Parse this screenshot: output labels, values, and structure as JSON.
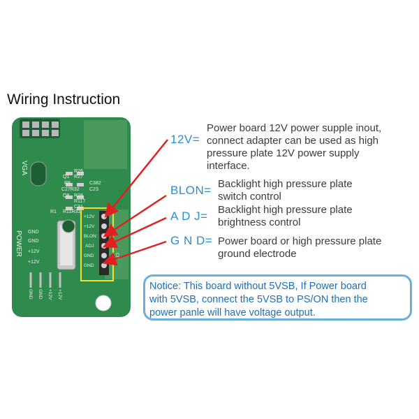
{
  "title": "Wiring Instruction",
  "board_labels": {
    "vga": "VGA",
    "power": "POWER",
    "r26": "R26",
    "q1": "Q1",
    "r27": "R27",
    "r8": "R8",
    "c382": "C382",
    "c27r32": "C27R32",
    "c23": "C23",
    "q8": "Q8",
    "r28": "R28",
    "r117": "R117",
    "c31": "C31",
    "r1": "R1",
    "r11r31": "R11R31",
    "pin_12v_a": "+12V",
    "pin_12v_b": "+12V",
    "pin_blon": "BLON",
    "pin_adj": "ADJ",
    "pin_gnd_a": "GND",
    "pin_gnd_b": "GND",
    "pwr_gnd_a": "GND",
    "pwr_gnd_b": "GND",
    "pwr_12v_a": "+12V",
    "pwr_12v_b": "+12V",
    "bot_gnd_a": "GND",
    "bot_gnd_b": "GND",
    "bot_12v_a": "+12V",
    "bot_12v_b": "+12V",
    "cn": "CN"
  },
  "pins": [
    {
      "key": "12V=",
      "lines": [
        "Power board 12V power supple inout,",
        "connect adapter can be used as high",
        "pressure plate 12V power supply",
        "interface."
      ]
    },
    {
      "key": "BLON=",
      "lines": [
        "Backlight high pressure plate",
        "switch control"
      ]
    },
    {
      "key": "A  D J=",
      "lines": [
        "Backlight high pressure plate",
        "brightness control"
      ]
    },
    {
      "key": "G N D=",
      "lines": [
        "Power board or high pressure plate",
        "ground electrode"
      ]
    }
  ],
  "notice": {
    "lines": [
      "Notice: This board without 5VSB, If Power board",
      "with 5VSB, connect the 5VSB to PS/ON then the",
      "power panle will have voltage output."
    ]
  },
  "colors": {
    "pcb": "#2f8a4e",
    "arrow": "#e02020",
    "highlight_box": "#f0e030",
    "key_blue": "#2a8fd0",
    "notice_border": "#6ab0de"
  }
}
